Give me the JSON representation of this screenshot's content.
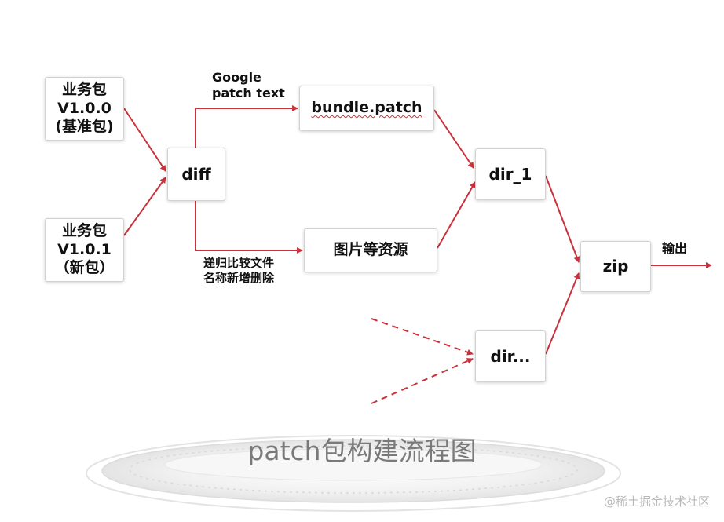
{
  "nodes": {
    "base_pkg": {
      "lines": [
        "业务包",
        "V1.0.0",
        "(基准包)"
      ]
    },
    "new_pkg": {
      "lines": [
        "业务包",
        "V1.0.1",
        "（新包）"
      ]
    },
    "diff": {
      "label": "diff"
    },
    "bundle_patch": {
      "label": "bundle.patch"
    },
    "images": {
      "label": "图片等资源"
    },
    "dir1": {
      "label": "dir_1"
    },
    "dir_more": {
      "label": "dir..."
    },
    "zip": {
      "label": "zip"
    }
  },
  "labels": {
    "google_patch": [
      "Google",
      "patch text"
    ],
    "recursive_compare": [
      "递归比较文件",
      "名称新增删除"
    ],
    "output": "输出"
  },
  "caption": "patch包构建流程图",
  "watermark": "@稀土掘金技术社区",
  "colors": {
    "arrow": "#c8323c",
    "caption": "#7a7a7a"
  }
}
